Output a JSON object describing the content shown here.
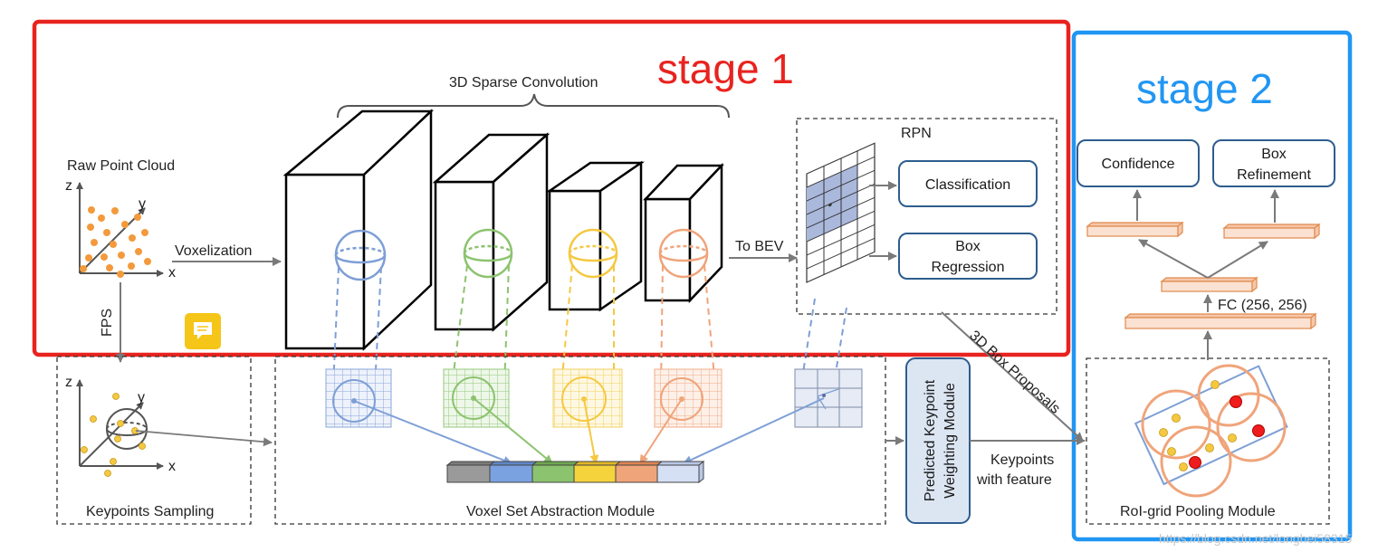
{
  "stages": {
    "stage1": "stage 1",
    "stage2": "stage 2"
  },
  "labels": {
    "raw_point_cloud": "Raw Point Cloud",
    "voxelization": "Voxelization",
    "fps": "FPS",
    "sparse_conv": "3D Sparse Convolution",
    "to_bev": "To BEV",
    "rpn": "RPN",
    "box_proposals": "3D Box Proposals",
    "keypoints_sampling": "Keypoints Sampling",
    "vsa_module": "Voxel Set Abstraction Module",
    "pkw_line1": "Predicted Keypoint",
    "pkw_line2": "Weighting Module",
    "kp_feat_line1": "Keypoints",
    "kp_feat_line2": "with feature",
    "roi_pool": "RoI-grid Pooling Module",
    "fc": "FC (256, 256)"
  },
  "boxes": {
    "classification": "Classification",
    "box_regression_1": "Box",
    "box_regression_2": "Regression",
    "confidence": "Confidence",
    "box_refinement_1": "Box",
    "box_refinement_2": "Refinement"
  },
  "axes": {
    "x": "x",
    "y": "y",
    "z": "z"
  },
  "watermark": "https://blog.csdn.net/longhei58315",
  "colors": {
    "stage1": "#e8231f",
    "stage2": "#2196f3",
    "blue": "#7e9fd6",
    "green": "#8cc36f",
    "yellow": "#f5c842",
    "orange": "#f0a47a",
    "gray": "#9a9a9a",
    "point": "#f39a3c",
    "point_red": "#ee1c1c",
    "fc_bar": "#fbe1d2",
    "fc_bar_edge": "#e08a4c",
    "box_edge": "#2e5d8e",
    "bev_fill": "#aab8dc"
  },
  "icons": {
    "comment": "comment-icon"
  }
}
